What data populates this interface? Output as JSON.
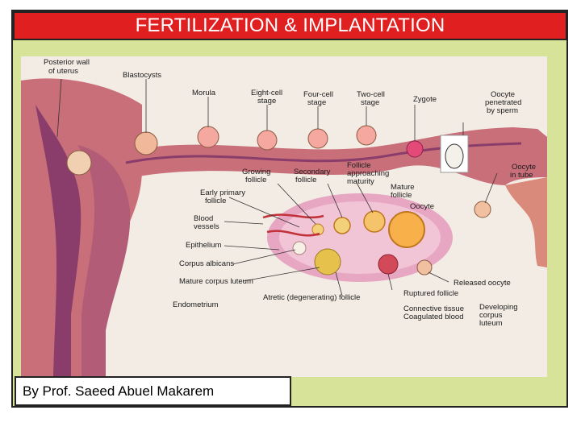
{
  "header": {
    "title": "FERTILIZATION & IMPLANTATION"
  },
  "footer": {
    "credit": "By Prof. Saeed Abuel Makarem"
  },
  "colors": {
    "title_bg": "#e02020",
    "frame_bg": "#d8e39a",
    "tissue": "#c86f7a",
    "uterus_inner": "#8a3d6a"
  },
  "diagram": {
    "labels": {
      "posterior_wall": [
        "Posterior wall",
        "of uterus"
      ],
      "blastocysts": [
        "Blastocysts"
      ],
      "morula": [
        "Morula"
      ],
      "eight_cell": [
        "Eight-cell",
        "stage"
      ],
      "four_cell": [
        "Four-cell",
        "stage"
      ],
      "two_cell": [
        "Two-cell",
        "stage"
      ],
      "zygote": [
        "Zygote"
      ],
      "oocyte_penetrated": [
        "Oocyte",
        "penetrated",
        "by sperm"
      ],
      "growing_follicle": [
        "Growing",
        "follicle"
      ],
      "secondary_follicle": [
        "Secondary",
        "follicle"
      ],
      "follicle_approaching": [
        "Follicle",
        "approaching",
        "maturity"
      ],
      "mature_follicle": [
        "Mature",
        "follicle"
      ],
      "oocyte_in_tube": [
        "Oocyte",
        "in tube"
      ],
      "early_primary": [
        "Early primary",
        "follicle"
      ],
      "oocyte": [
        "Oocyte"
      ],
      "blood_vessels": [
        "Blood",
        "vessels"
      ],
      "epithelium": [
        "Epithelium"
      ],
      "corpus_albicans": [
        "Corpus albicans"
      ],
      "mature_corpus_luteum": [
        "Mature corpus luteum"
      ],
      "released_oocyte": [
        "Released oocyte"
      ],
      "endometrium": [
        "Endometrium"
      ],
      "atretic_follicle": [
        "Atretic (degenerating) follicle"
      ],
      "ruptured_follicle": [
        "Ruptured follicle"
      ],
      "connective_tissue": [
        "Connective tissue",
        "Coagulated blood"
      ],
      "developing_corpus": [
        "Developing",
        "corpus",
        "luteum"
      ]
    }
  }
}
